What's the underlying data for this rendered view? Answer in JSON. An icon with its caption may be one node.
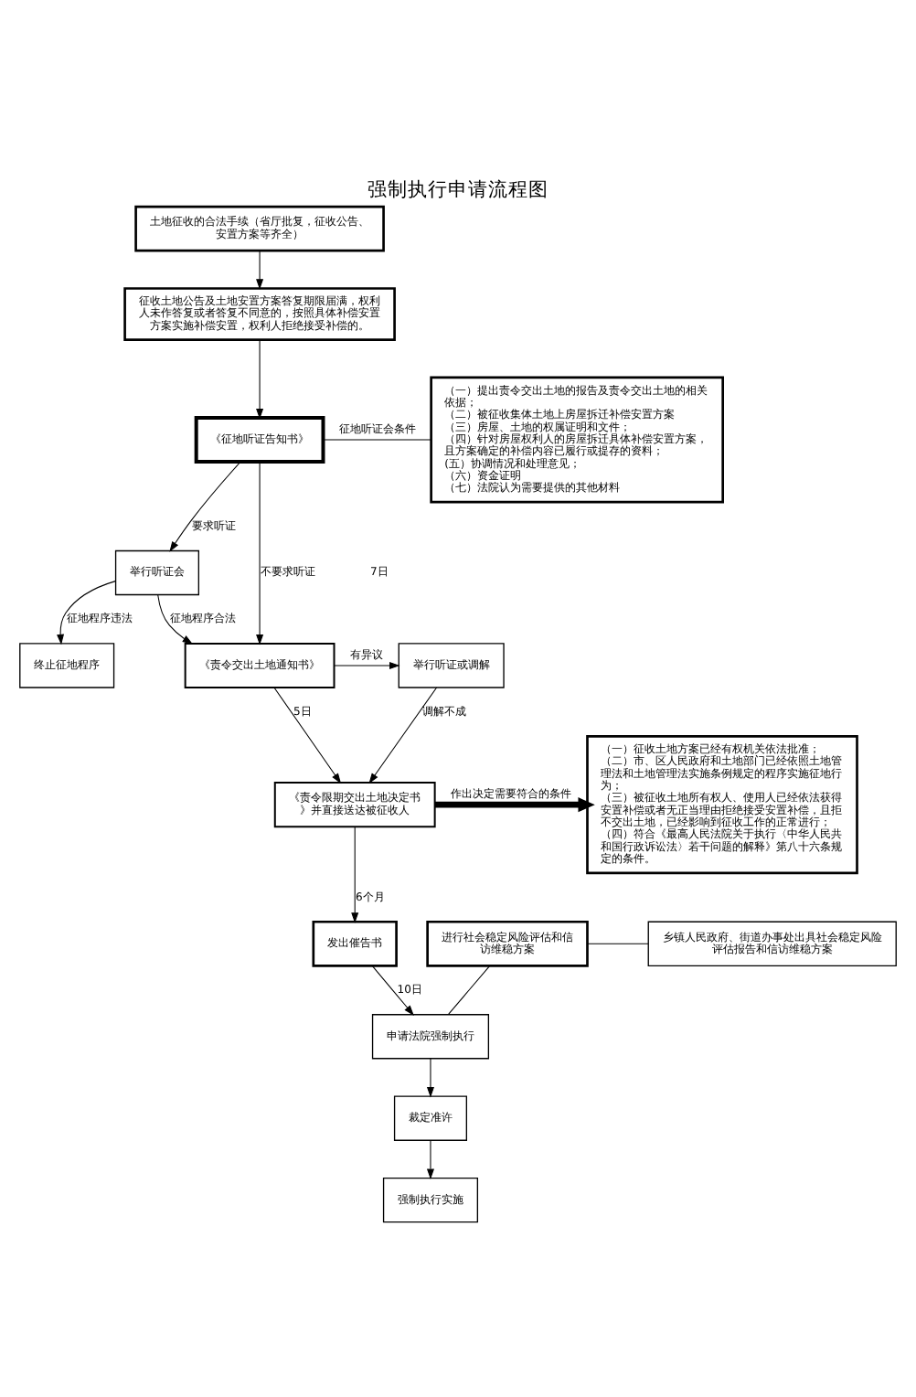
{
  "diagram": {
    "title": "强制执行申请流程图",
    "nodes": [
      {
        "text": [
          "土地征收的合法手续（省厅批复，征收公告、安置方案等齐全）"
        ]
      },
      {
        "text": [
          "征收土地公告及土地安置方案答复期限届满，权利人未作答复或者答复不同意的，按照具体补偿安置方案实施补偿安置，权利人拒绝接受补偿的。"
        ]
      },
      {
        "text": [
          "《征地听证告知书》"
        ]
      },
      {
        "text": [
          "（一）提出责令交出土地的报告及责令交出土地的相关依据；",
          "（二）被征收集体土地上房屋拆迁补偿安置方案",
          "（三）房屋、土地的权属证明和文件；",
          "（四）针对房屋权利人的房屋拆迁具体补偿安置方案，且方案确定的补偿内容已履行或提存的资料；",
          "(五）协调情况和处理意见；",
          "（六）资金证明",
          "（七）法院认为需要提供的其他材料"
        ]
      },
      {
        "text": [
          "举行听证会"
        ]
      },
      {
        "text": [
          "《责令交出土地通知书》"
        ]
      },
      {
        "text": [
          "举行听证或调解"
        ]
      },
      {
        "text": [
          "终止征地程序"
        ]
      },
      {
        "text": [
          "《责令限期交出土地决定书》并直接送达被征收人"
        ]
      },
      {
        "text": [
          "（一）征收土地方案已经有权机关依法批准；",
          "（二）市、区人民政府和土地部门已经依照土地管理法和土地管理法实施条例规定的程序实施征地行为；",
          "（三）被征收土地所有权人、使用人已经依法获得安置补偿或者无正当理由拒绝接受安置补偿，且拒不交出土地，已经影响到征收工作的正常进行；",
          "（四）符合《最高人民法院关于执行〈中华人民共和国行政诉讼法〉若干问题的解释》第八十六条规定的条件。"
        ]
      },
      {
        "text": [
          "发出催告书"
        ]
      },
      {
        "text": [
          "进行社会稳定风险评估和信访维稳方案"
        ]
      },
      {
        "text": [
          "乡镇人民政府、街道办事处出具社会稳定风险评估报告和信访维稳方案"
        ]
      },
      {
        "text": [
          "申请法院强制执行"
        ]
      },
      {
        "text": [
          "裁定准许"
        ]
      },
      {
        "text": [
          "强制执行实施"
        ]
      }
    ],
    "edges": [
      {
        "from": 0,
        "to": 1,
        "arrow": "to"
      },
      {
        "from": 1,
        "to": 2,
        "arrow": "to"
      },
      {
        "from": 2,
        "to": 3,
        "arrow": "none",
        "label": "征地听证会条件"
      },
      {
        "from": 2,
        "to": 5,
        "arrow": "to",
        "label": "不要求听证"
      },
      {
        "from": 2,
        "to": 4,
        "arrow": "to",
        "label": "要求听证"
      },
      {
        "from": 4,
        "to": 5,
        "arrow": "to",
        "label": "征地程序合法"
      },
      {
        "from": 4,
        "to": 7,
        "arrow": "to",
        "label": "征地程序违法"
      },
      {
        "from": 5,
        "to": 6,
        "arrow": "to",
        "label": "有异议"
      },
      {
        "from": 5,
        "to": 8,
        "arrow": "to",
        "label": "5日"
      },
      {
        "from": 6,
        "to": 8,
        "arrow": "to",
        "label": "调解不成"
      },
      {
        "from": 8,
        "to": 9,
        "arrow": "to",
        "label": "作出决定需要符合的条件",
        "style": "thick"
      },
      {
        "from": 8,
        "to": 10,
        "arrow": "to",
        "label": "6个月"
      },
      {
        "from": 10,
        "to": 13,
        "arrow": "to",
        "label": "10日"
      },
      {
        "from": 11,
        "to": 13,
        "arrow": "none"
      },
      {
        "from": 11,
        "to": 12,
        "arrow": "none"
      },
      {
        "from": 13,
        "to": 14,
        "arrow": "to"
      },
      {
        "from": 14,
        "to": 15,
        "arrow": "to"
      }
    ],
    "labels": [
      "7日"
    ]
  }
}
